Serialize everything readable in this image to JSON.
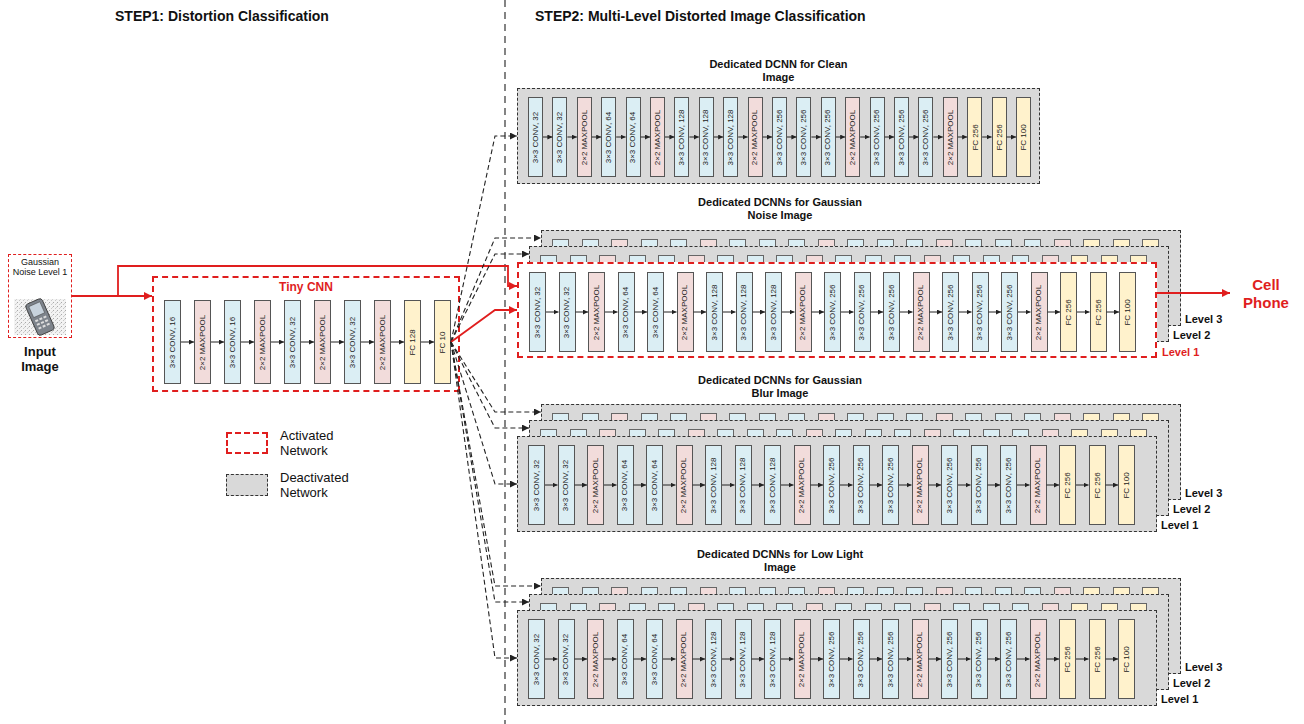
{
  "diagram": {
    "nodes": [
      {
        "text": [
          "Gaussian Noise Level 1"
        ]
      },
      {
        "text": [
          "Tiny CNN"
        ]
      },
      {
        "text": [
          "3×3 CONV, 16"
        ],
        "in": 1
      },
      {
        "text": [
          "2×2 MAXPOOL"
        ],
        "in": 1
      },
      {
        "text": [
          "3×3 CONV, 16"
        ],
        "in": 1
      },
      {
        "text": [
          "2×2 MAXPOOL"
        ],
        "in": 1
      },
      {
        "text": [
          "3×3 CONV, 32"
        ],
        "in": 1
      },
      {
        "text": [
          "2×2 MAXPOOL"
        ],
        "in": 1
      },
      {
        "text": [
          "3×3 CONV, 32"
        ],
        "in": 1
      },
      {
        "text": [
          "2×2 MAXPOOL"
        ],
        "in": 1
      },
      {
        "text": [
          "FC 128"
        ],
        "in": 1
      },
      {
        "text": [
          "FC 10"
        ],
        "in": 1
      },
      {
        "text": [
          "Dedicated DCNN for Clean Image"
        ]
      },
      {
        "text": [
          "3×3 CONV, 32"
        ],
        "in": 12
      },
      {
        "text": [
          "3×3 CONV, 32"
        ],
        "in": 12
      },
      {
        "text": [
          "2×2 MAXPOOL"
        ],
        "in": 12
      },
      {
        "text": [
          "3×3 CONV, 64"
        ],
        "in": 12
      },
      {
        "text": [
          "3×3 CONV, 64"
        ],
        "in": 12
      },
      {
        "text": [
          "2×2 MAXPOOL"
        ],
        "in": 12
      },
      {
        "text": [
          "3×3 CONV, 128"
        ],
        "in": 12
      },
      {
        "text": [
          "3×3 CONV, 128"
        ],
        "in": 12
      },
      {
        "text": [
          "3×3 CONV, 128"
        ],
        "in": 12
      },
      {
        "text": [
          "2×2 MAXPOOL"
        ],
        "in": 12
      },
      {
        "text": [
          "3×3 CONV, 256"
        ],
        "in": 12
      },
      {
        "text": [
          "3×3 CONV, 256"
        ],
        "in": 12
      },
      {
        "text": [
          "3×3 CONV, 256"
        ],
        "in": 12
      },
      {
        "text": [
          "2×2 MAXPOOL"
        ],
        "in": 12
      },
      {
        "text": [
          "3×3 CONV, 256"
        ],
        "in": 12
      },
      {
        "text": [
          "3×3 CONV, 256"
        ],
        "in": 12
      },
      {
        "text": [
          "3×3 CONV, 256"
        ],
        "in": 12
      },
      {
        "text": [
          "2×2 MAXPOOL"
        ],
        "in": 12
      },
      {
        "text": [
          "FC 256"
        ],
        "in": 12
      },
      {
        "text": [
          "FC 256"
        ],
        "in": 12
      },
      {
        "text": [
          "FC 100"
        ],
        "in": 12
      },
      {
        "text": [
          "Level 3"
        ]
      },
      {
        "text": [
          "Level 2"
        ]
      },
      {
        "text": [
          "Level 1"
        ]
      },
      {
        "text": [
          "3×3 CONV, 32"
        ],
        "in": 36
      },
      {
        "text": [
          "3×3 CONV, 32"
        ],
        "in": 36
      },
      {
        "text": [
          "2×2 MAXPOOL"
        ],
        "in": 36
      },
      {
        "text": [
          "3×3 CONV, 64"
        ],
        "in": 36
      },
      {
        "text": [
          "3×3 CONV, 64"
        ],
        "in": 36
      },
      {
        "text": [
          "2×2 MAXPOOL"
        ],
        "in": 36
      },
      {
        "text": [
          "3×3 CONV, 128"
        ],
        "in": 36
      },
      {
        "text": [
          "3×3 CONV, 128"
        ],
        "in": 36
      },
      {
        "text": [
          "3×3 CONV, 128"
        ],
        "in": 36
      },
      {
        "text": [
          "2×2 MAXPOOL"
        ],
        "in": 36
      },
      {
        "text": [
          "3×3 CONV, 256"
        ],
        "in": 36
      },
      {
        "text": [
          "3×3 CONV, 256"
        ],
        "in": 36
      },
      {
        "text": [
          "3×3 CONV, 256"
        ],
        "in": 36
      },
      {
        "text": [
          "2×2 MAXPOOL"
        ],
        "in": 36
      },
      {
        "text": [
          "3×3 CONV, 256"
        ],
        "in": 36
      },
      {
        "text": [
          "3×3 CONV, 256"
        ],
        "in": 36
      },
      {
        "text": [
          "3×3 CONV, 256"
        ],
        "in": 36
      },
      {
        "text": [
          "2×2 MAXPOOL"
        ],
        "in": 36
      },
      {
        "text": [
          "FC 256"
        ],
        "in": 36
      },
      {
        "text": [
          "FC 256"
        ],
        "in": 36
      },
      {
        "text": [
          "FC 100"
        ],
        "in": 36
      },
      {
        "text": [
          "Level 3"
        ]
      },
      {
        "text": [
          "Level 2"
        ]
      },
      {
        "text": [
          "Level 1"
        ]
      },
      {
        "text": [
          "3×3 CONV, 32"
        ],
        "in": 60
      },
      {
        "text": [
          "3×3 CONV, 32"
        ],
        "in": 60
      },
      {
        "text": [
          "2×2 MAXPOOL"
        ],
        "in": 60
      },
      {
        "text": [
          "3×3 CONV, 64"
        ],
        "in": 60
      },
      {
        "text": [
          "3×3 CONV, 64"
        ],
        "in": 60
      },
      {
        "text": [
          "2×2 MAXPOOL"
        ],
        "in": 60
      },
      {
        "text": [
          "3×3 CONV, 128"
        ],
        "in": 60
      },
      {
        "text": [
          "3×3 CONV, 128"
        ],
        "in": 60
      },
      {
        "text": [
          "3×3 CONV, 128"
        ],
        "in": 60
      },
      {
        "text": [
          "2×2 MAXPOOL"
        ],
        "in": 60
      },
      {
        "text": [
          "3×3 CONV, 256"
        ],
        "in": 60
      },
      {
        "text": [
          "3×3 CONV, 256"
        ],
        "in": 60
      },
      {
        "text": [
          "3×3 CONV, 256"
        ],
        "in": 60
      },
      {
        "text": [
          "2×2 MAXPOOL"
        ],
        "in": 60
      },
      {
        "text": [
          "3×3 CONV, 256"
        ],
        "in": 60
      },
      {
        "text": [
          "3×3 CONV, 256"
        ],
        "in": 60
      },
      {
        "text": [
          "3×3 CONV, 256"
        ],
        "in": 60
      },
      {
        "text": [
          "2×2 MAXPOOL"
        ],
        "in": 60
      },
      {
        "text": [
          "FC 256"
        ],
        "in": 60
      },
      {
        "text": [
          "FC 256"
        ],
        "in": 60
      },
      {
        "text": [
          "FC 100"
        ],
        "in": 60
      },
      {
        "text": [
          "Level 3"
        ]
      },
      {
        "text": [
          "Level 2"
        ]
      },
      {
        "text": [
          "Level 1"
        ]
      },
      {
        "text": [
          "3×3 CONV, 32"
        ],
        "in": 84
      },
      {
        "text": [
          "3×3 CONV, 32"
        ],
        "in": 84
      },
      {
        "text": [
          "2×2 MAXPOOL"
        ],
        "in": 84
      },
      {
        "text": [
          "3×3 CONV, 64"
        ],
        "in": 84
      },
      {
        "text": [
          "3×3 CONV, 64"
        ],
        "in": 84
      },
      {
        "text": [
          "2×2 MAXPOOL"
        ],
        "in": 84
      },
      {
        "text": [
          "3×3 CONV, 128"
        ],
        "in": 84
      },
      {
        "text": [
          "3×3 CONV, 128"
        ],
        "in": 84
      },
      {
        "text": [
          "3×3 CONV, 128"
        ],
        "in": 84
      },
      {
        "text": [
          "2×2 MAXPOOL"
        ],
        "in": 84
      },
      {
        "text": [
          "3×3 CONV, 256"
        ],
        "in": 84
      },
      {
        "text": [
          "3×3 CONV, 256"
        ],
        "in": 84
      },
      {
        "text": [
          "3×3 CONV, 256"
        ],
        "in": 84
      },
      {
        "text": [
          "2×2 MAXPOOL"
        ],
        "in": 84
      },
      {
        "text": [
          "3×3 CONV, 256"
        ],
        "in": 84
      },
      {
        "text": [
          "3×3 CONV, 256"
        ],
        "in": 84
      },
      {
        "text": [
          "3×3 CONV, 256"
        ],
        "in": 84
      },
      {
        "text": [
          "2×2 MAXPOOL"
        ],
        "in": 84
      },
      {
        "text": [
          "FC 256"
        ],
        "in": 84
      },
      {
        "text": [
          "FC 256"
        ],
        "in": 84
      },
      {
        "text": [
          "FC 100"
        ],
        "in": 84
      }
    ],
    "edges": [
      {
        "from": 0,
        "to": 1,
        "arrow": "to"
      },
      {
        "from": 0,
        "to": 36,
        "arrow": "to"
      },
      {
        "from": 2,
        "to": 3,
        "arrow": "to"
      },
      {
        "from": 3,
        "to": 4,
        "arrow": "to"
      },
      {
        "from": 4,
        "to": 5,
        "arrow": "to"
      },
      {
        "from": 5,
        "to": 6,
        "arrow": "to"
      },
      {
        "from": 6,
        "to": 7,
        "arrow": "to"
      },
      {
        "from": 7,
        "to": 8,
        "arrow": "to"
      },
      {
        "from": 8,
        "to": 9,
        "arrow": "to"
      },
      {
        "from": 9,
        "to": 10,
        "arrow": "to"
      },
      {
        "from": 10,
        "to": 11,
        "arrow": "to"
      },
      {
        "from": 11,
        "to": 12,
        "arrow": "to"
      },
      {
        "from": 11,
        "to": 34,
        "arrow": "to"
      },
      {
        "from": 11,
        "to": 35,
        "arrow": "to"
      },
      {
        "from": 11,
        "to": 36,
        "arrow": "to"
      },
      {
        "from": 11,
        "to": 58,
        "arrow": "to"
      },
      {
        "from": 11,
        "to": 59,
        "arrow": "to"
      },
      {
        "from": 11,
        "to": 60,
        "arrow": "to"
      },
      {
        "from": 11,
        "to": 82,
        "arrow": "to"
      },
      {
        "from": 11,
        "to": 83,
        "arrow": "to"
      },
      {
        "from": 11,
        "to": 84,
        "arrow": "to"
      },
      {
        "from": 13,
        "to": 14,
        "arrow": "to"
      },
      {
        "from": 14,
        "to": 15,
        "arrow": "to"
      },
      {
        "from": 15,
        "to": 16,
        "arrow": "to"
      },
      {
        "from": 16,
        "to": 17,
        "arrow": "to"
      },
      {
        "from": 17,
        "to": 18,
        "arrow": "to"
      },
      {
        "from": 18,
        "to": 19,
        "arrow": "to"
      },
      {
        "from": 19,
        "to": 20,
        "arrow": "to"
      },
      {
        "from": 20,
        "to": 21,
        "arrow": "to"
      },
      {
        "from": 21,
        "to": 22,
        "arrow": "to"
      },
      {
        "from": 22,
        "to": 23,
        "arrow": "to"
      },
      {
        "from": 23,
        "to": 24,
        "arrow": "to"
      },
      {
        "from": 24,
        "to": 25,
        "arrow": "to"
      },
      {
        "from": 25,
        "to": 26,
        "arrow": "to"
      },
      {
        "from": 26,
        "to": 27,
        "arrow": "to"
      },
      {
        "from": 27,
        "to": 28,
        "arrow": "to"
      },
      {
        "from": 28,
        "to": 29,
        "arrow": "to"
      },
      {
        "from": 29,
        "to": 30,
        "arrow": "to"
      },
      {
        "from": 30,
        "to": 31,
        "arrow": "to"
      },
      {
        "from": 31,
        "to": 32,
        "arrow": "to"
      },
      {
        "from": 32,
        "to": 33,
        "arrow": "to"
      },
      {
        "from": 37,
        "to": 38,
        "arrow": "to"
      },
      {
        "from": 38,
        "to": 39,
        "arrow": "to"
      },
      {
        "from": 39,
        "to": 40,
        "arrow": "to"
      },
      {
        "from": 40,
        "to": 41,
        "arrow": "to"
      },
      {
        "from": 41,
        "to": 42,
        "arrow": "to"
      },
      {
        "from": 42,
        "to": 43,
        "arrow": "to"
      },
      {
        "from": 43,
        "to": 44,
        "arrow": "to"
      },
      {
        "from": 44,
        "to": 45,
        "arrow": "to"
      },
      {
        "from": 45,
        "to": 46,
        "arrow": "to"
      },
      {
        "from": 46,
        "to": 47,
        "arrow": "to"
      },
      {
        "from": 47,
        "to": 48,
        "arrow": "to"
      },
      {
        "from": 48,
        "to": 49,
        "arrow": "to"
      },
      {
        "from": 49,
        "to": 50,
        "arrow": "to"
      },
      {
        "from": 50,
        "to": 51,
        "arrow": "to"
      },
      {
        "from": 51,
        "to": 52,
        "arrow": "to"
      },
      {
        "from": 52,
        "to": 53,
        "arrow": "to"
      },
      {
        "from": 53,
        "to": 54,
        "arrow": "to"
      },
      {
        "from": 54,
        "to": 55,
        "arrow": "to"
      },
      {
        "from": 55,
        "to": 56,
        "arrow": "to"
      },
      {
        "from": 56,
        "to": 57,
        "arrow": "to"
      },
      {
        "from": 61,
        "to": 62,
        "arrow": "to"
      },
      {
        "from": 62,
        "to": 63,
        "arrow": "to"
      },
      {
        "from": 63,
        "to": 64,
        "arrow": "to"
      },
      {
        "from": 64,
        "to": 65,
        "arrow": "to"
      },
      {
        "from": 65,
        "to": 66,
        "arrow": "to"
      },
      {
        "from": 66,
        "to": 67,
        "arrow": "to"
      },
      {
        "from": 67,
        "to": 68,
        "arrow": "to"
      },
      {
        "from": 68,
        "to": 69,
        "arrow": "to"
      },
      {
        "from": 69,
        "to": 70,
        "arrow": "to"
      },
      {
        "from": 70,
        "to": 71,
        "arrow": "to"
      },
      {
        "from": 71,
        "to": 72,
        "arrow": "to"
      },
      {
        "from": 72,
        "to": 73,
        "arrow": "to"
      },
      {
        "from": 73,
        "to": 74,
        "arrow": "to"
      },
      {
        "from": 74,
        "to": 75,
        "arrow": "to"
      },
      {
        "from": 75,
        "to": 76,
        "arrow": "to"
      },
      {
        "from": 76,
        "to": 77,
        "arrow": "to"
      },
      {
        "from": 77,
        "to": 78,
        "arrow": "to"
      },
      {
        "from": 78,
        "to": 79,
        "arrow": "to"
      },
      {
        "from": 79,
        "to": 80,
        "arrow": "to"
      },
      {
        "from": 80,
        "to": 81,
        "arrow": "to"
      },
      {
        "from": 85,
        "to": 86,
        "arrow": "to"
      },
      {
        "from": 86,
        "to": 87,
        "arrow": "to"
      },
      {
        "from": 87,
        "to": 88,
        "arrow": "to"
      },
      {
        "from": 88,
        "to": 89,
        "arrow": "to"
      },
      {
        "from": 89,
        "to": 90,
        "arrow": "to"
      },
      {
        "from": 90,
        "to": 91,
        "arrow": "to"
      },
      {
        "from": 91,
        "to": 92,
        "arrow": "to"
      },
      {
        "from": 92,
        "to": 93,
        "arrow": "to"
      },
      {
        "from": 93,
        "to": 94,
        "arrow": "to"
      },
      {
        "from": 94,
        "to": 95,
        "arrow": "to"
      },
      {
        "from": 95,
        "to": 96,
        "arrow": "to"
      },
      {
        "from": 96,
        "to": 97,
        "arrow": "to"
      },
      {
        "from": 97,
        "to": 98,
        "arrow": "to"
      },
      {
        "from": 98,
        "to": 99,
        "arrow": "to"
      },
      {
        "from": 99,
        "to": 100,
        "arrow": "to"
      },
      {
        "from": 100,
        "to": 101,
        "arrow": "to"
      },
      {
        "from": 101,
        "to": 102,
        "arrow": "to"
      },
      {
        "from": 102,
        "to": 103,
        "arrow": "to"
      },
      {
        "from": 103,
        "to": 104,
        "arrow": "to"
      },
      {
        "from": 104,
        "to": 105,
        "arrow": "to"
      }
    ],
    "labels": [
      "STEP1: Distortion Classification",
      "STEP2: Multi-Level Distorted Image Classification",
      "Input Image",
      "Dedicated DCNNs for Gaussian Noise Image",
      "Dedicated DCNNs for Gaussian Blur Image",
      "Dedicated DCNNs for Low Light Image",
      "Cell Phone"
    ],
    "legend": [
      {
        "text": "Activated Network"
      },
      {
        "text": "Deactivated Network",
        "color": "#d9d9d9"
      }
    ]
  }
}
